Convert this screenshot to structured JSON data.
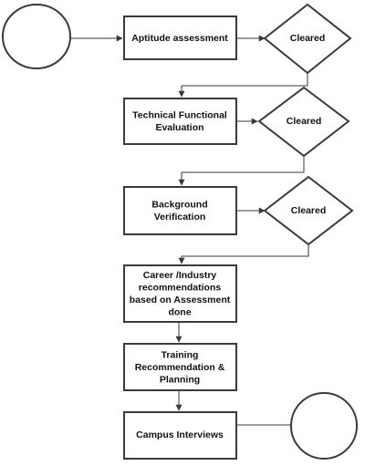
{
  "nodes": {
    "aptitude": [
      "Aptitude assessment"
    ],
    "cleared_1": [
      "Cleared"
    ],
    "technical": [
      "Technical Functional",
      "Evaluation"
    ],
    "cleared_2": [
      "Cleared"
    ],
    "background": [
      "Background",
      "Verification"
    ],
    "cleared_3": [
      "Cleared"
    ],
    "career": [
      "Career /Industry",
      "recommendations",
      "based on Assessment",
      "done"
    ],
    "training": [
      "Training",
      "Recommendation &",
      "Planning"
    ],
    "campus": [
      "Campus Interviews"
    ]
  }
}
